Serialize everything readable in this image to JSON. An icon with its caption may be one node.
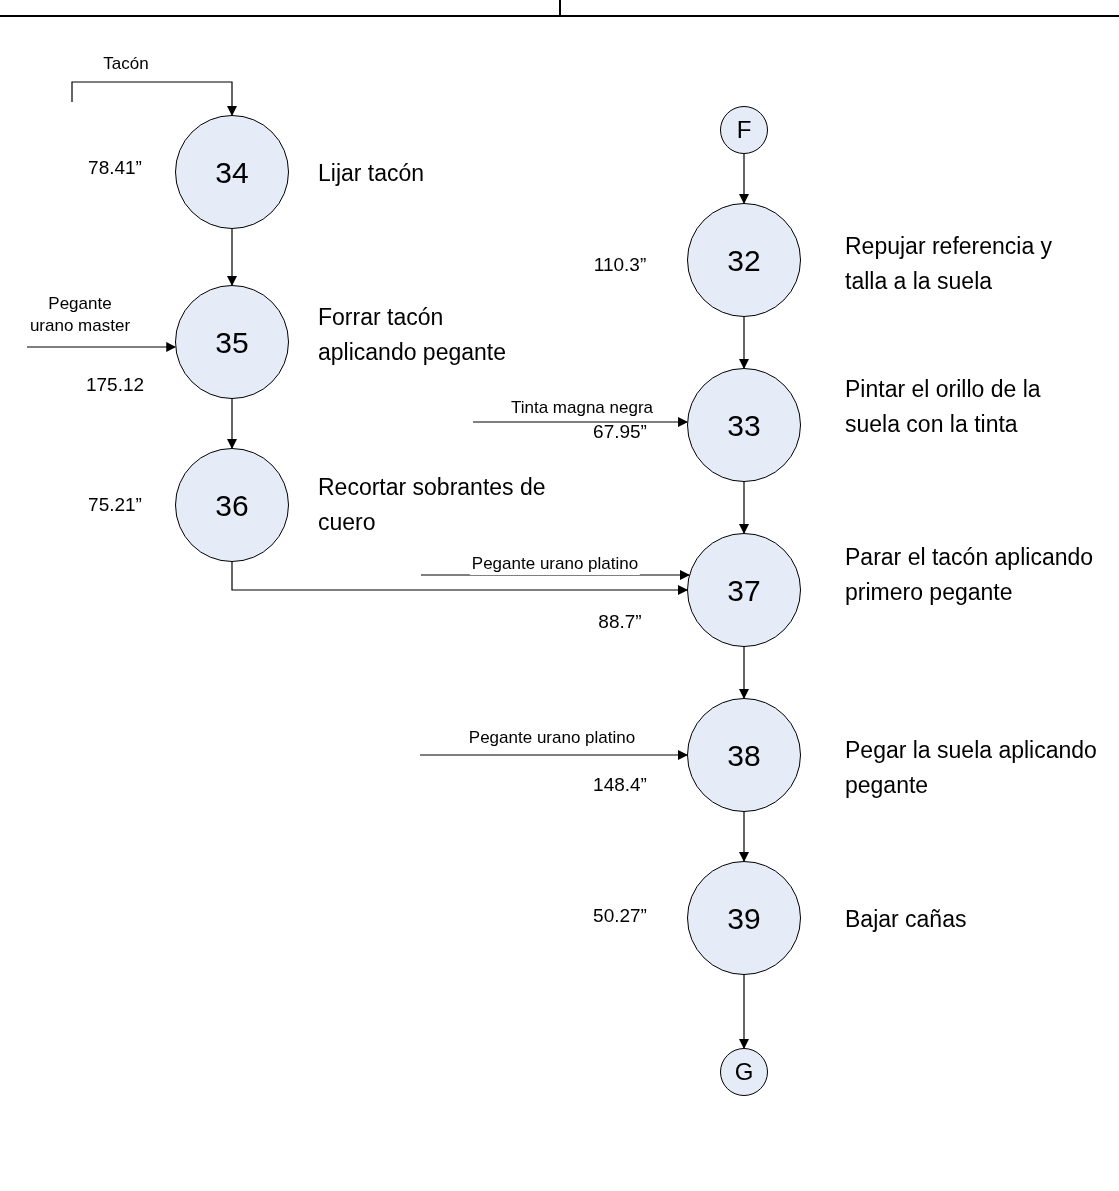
{
  "diagram": {
    "nodes": [
      {
        "text": [
          "34"
        ],
        "beside": [
          "78.41”",
          "Lijar tacón"
        ]
      },
      {
        "text": [
          "35"
        ],
        "beside": [
          "175.12",
          "Forrar tacón aplicando pegante"
        ]
      },
      {
        "text": [
          "36"
        ],
        "beside": [
          "75.21”",
          "Recortar sobrantes de cuero"
        ]
      },
      {
        "text": [
          "F"
        ]
      },
      {
        "text": [
          "32"
        ],
        "beside": [
          "110.3”",
          "Repujar referencia y talla a la suela"
        ]
      },
      {
        "text": [
          "33"
        ],
        "beside": [
          "67.95”",
          "Pintar el orillo de la suela con la tinta"
        ]
      },
      {
        "text": [
          "37"
        ],
        "beside": [
          "88.7”",
          "Parar el tacón aplicando primero pegante"
        ]
      },
      {
        "text": [
          "38"
        ],
        "beside": [
          "148.4”",
          "Pegar la suela aplicando pegante"
        ]
      },
      {
        "text": [
          "39"
        ],
        "beside": [
          "50.27”",
          "Bajar cañas"
        ]
      },
      {
        "text": [
          "G"
        ]
      }
    ],
    "edges": [
      {
        "from": null,
        "to": 0,
        "arrow": "to",
        "label": "Tacón"
      },
      {
        "from": 0,
        "to": 1,
        "arrow": "to"
      },
      {
        "from": null,
        "to": 1,
        "arrow": "to",
        "label": "Pegante urano master"
      },
      {
        "from": 1,
        "to": 2,
        "arrow": "to"
      },
      {
        "from": 2,
        "to": 6,
        "arrow": "to"
      },
      {
        "from": 3,
        "to": 4,
        "arrow": "to"
      },
      {
        "from": 4,
        "to": 5,
        "arrow": "to"
      },
      {
        "from": null,
        "to": 5,
        "arrow": "to",
        "label": "Tinta magna negra"
      },
      {
        "from": 5,
        "to": 6,
        "arrow": "to"
      },
      {
        "from": null,
        "to": 6,
        "arrow": "to",
        "label": "Pegante urano platino"
      },
      {
        "from": 6,
        "to": 7,
        "arrow": "to"
      },
      {
        "from": null,
        "to": 7,
        "arrow": "to",
        "label": "Pegante urano platino"
      },
      {
        "from": 7,
        "to": 8,
        "arrow": "to"
      },
      {
        "from": 8,
        "to": 9,
        "arrow": "to"
      }
    ]
  }
}
